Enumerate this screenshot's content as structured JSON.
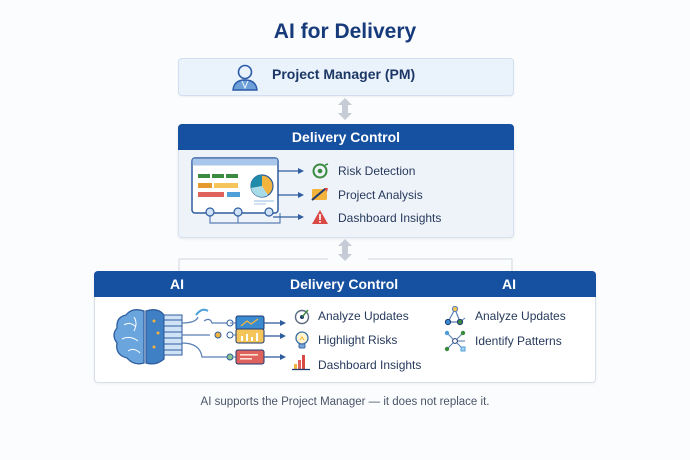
{
  "title": "AI for Delivery",
  "pm_box": {
    "label": "Project Manager (PM)",
    "icon": "person-icon"
  },
  "delivery_control": {
    "header": "Delivery Control",
    "items": [
      {
        "label": "Risk Detection",
        "icon": "target-icon",
        "color": "#3a8a3f"
      },
      {
        "label": "Project Analysis",
        "icon": "pencil-chart-icon",
        "color": "#f2b43c"
      },
      {
        "label": "Dashboard Insights",
        "icon": "warning-icon",
        "color": "#d94a45"
      }
    ]
  },
  "ai_section": {
    "header_left": "AI",
    "header_center": "Delivery Control",
    "header_right": "AI",
    "left_items": [
      {
        "label": "Analyze Updates",
        "icon": "radar-icon"
      },
      {
        "label": "Highlight Risks",
        "icon": "lightbulb-icon"
      },
      {
        "label": "Dashboard Insights",
        "icon": "bar-chart-icon"
      }
    ],
    "right_items": [
      {
        "label": "Analyze Updates",
        "icon": "network-triangle-icon"
      },
      {
        "label": "Identify Patterns",
        "icon": "pattern-nodes-icon"
      }
    ]
  },
  "footnote": "AI supports the Project Manager — it does not replace it.",
  "colors": {
    "primary_blue": "#1650a0",
    "title_blue": "#163a7a",
    "green": "#3a8a3f",
    "yellow": "#f2b43c",
    "red": "#d94a45",
    "light_blue": "#4fa0d8"
  }
}
